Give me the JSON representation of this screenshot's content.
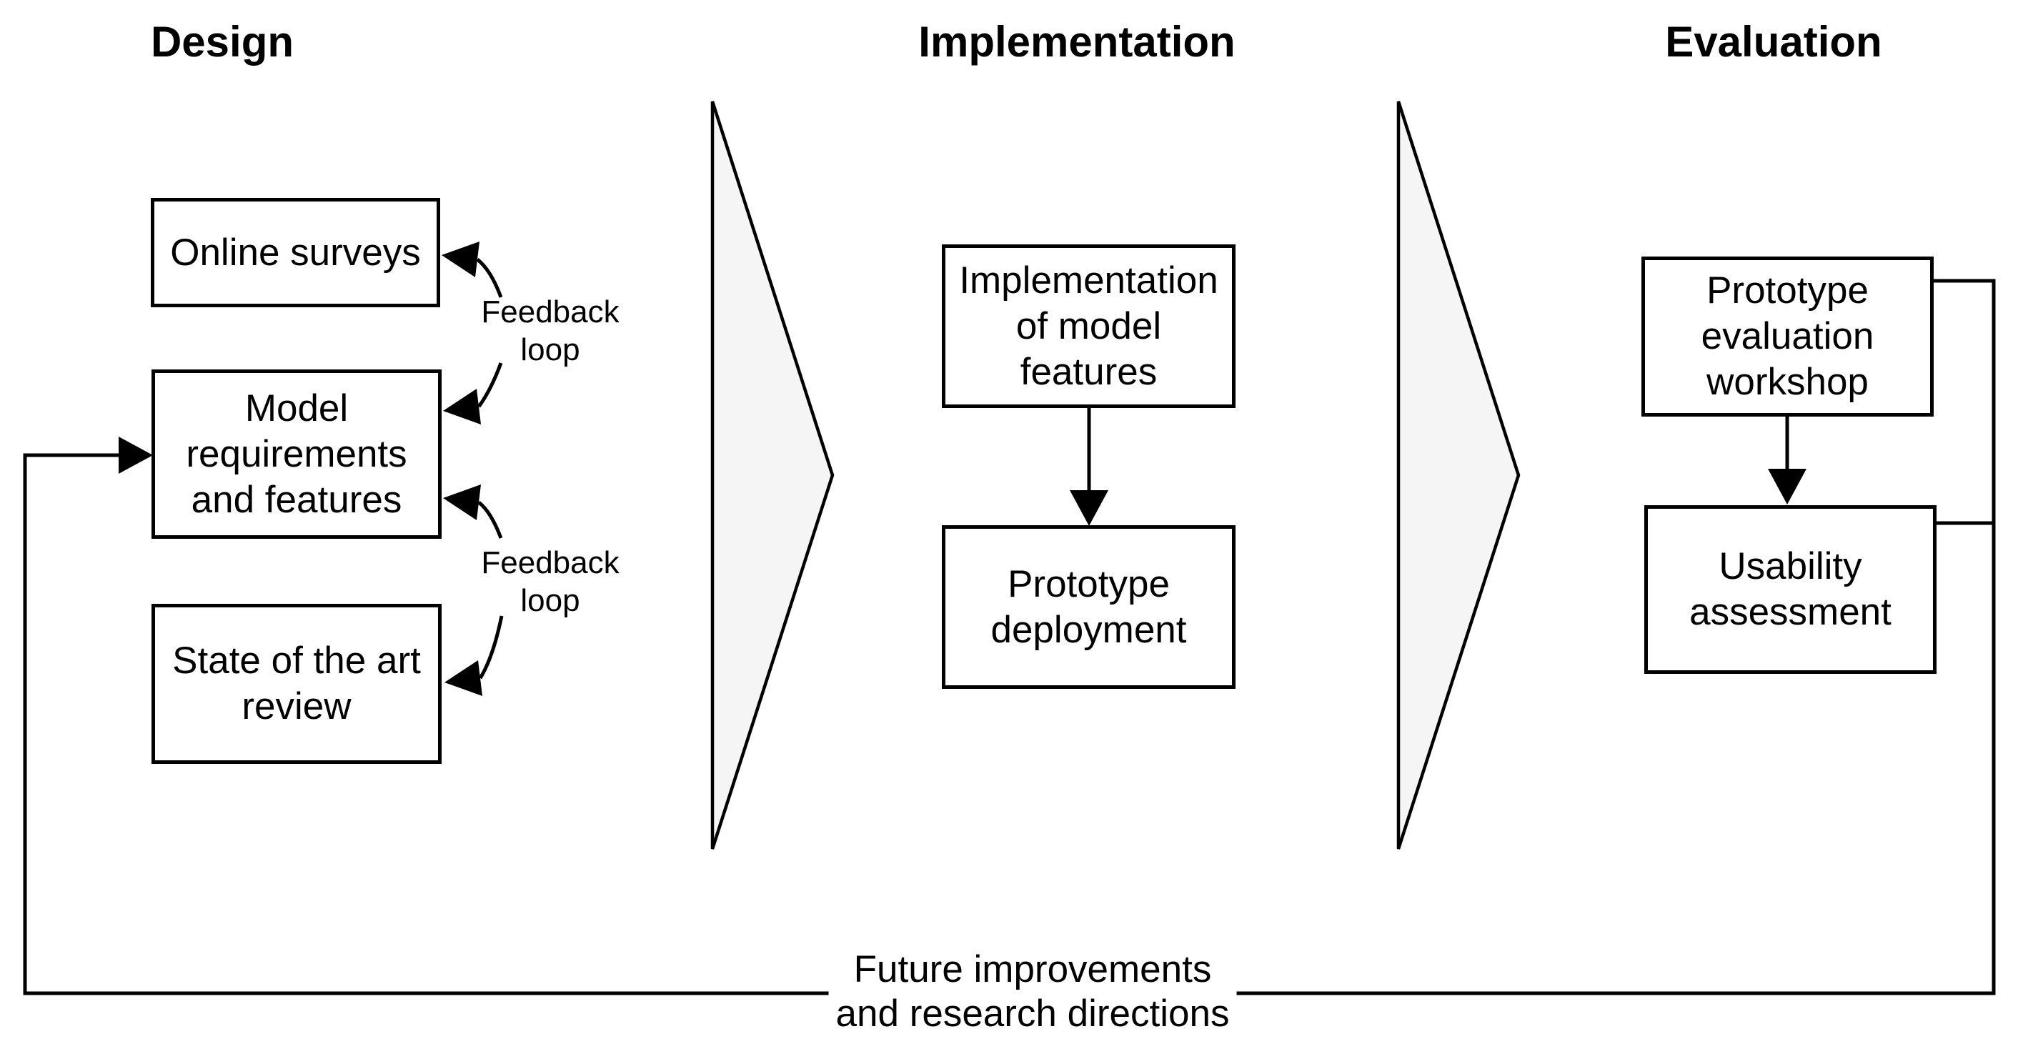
{
  "titles": {
    "design": "Design",
    "implementation": "Implementation",
    "evaluation": "Evaluation"
  },
  "boxes": {
    "online_surveys": {
      "label": "Online surveys"
    },
    "model_requirements": {
      "label": "Model\nrequirements\nand features"
    },
    "state_of_the_art": {
      "label": "State of the art\nreview"
    },
    "implementation_of_model_features": {
      "label": "Implementation\nof model\nfeatures"
    },
    "prototype_deployment": {
      "label": "Prototype\ndeployment"
    },
    "prototype_evaluation_workshop": {
      "label": "Prototype\nevaluation\nworkshop"
    },
    "usability_assessment": {
      "label": "Usability\nassessment"
    }
  },
  "annotations": {
    "feedback_loop_top": "Feedback\nloop",
    "feedback_loop_bottom": "Feedback\nloop",
    "future_note": "Future improvements\nand research directions"
  },
  "colors": {
    "ink": "#000000",
    "phase_arrow_fill": "#f5f5f5",
    "background": "#ffffff"
  }
}
